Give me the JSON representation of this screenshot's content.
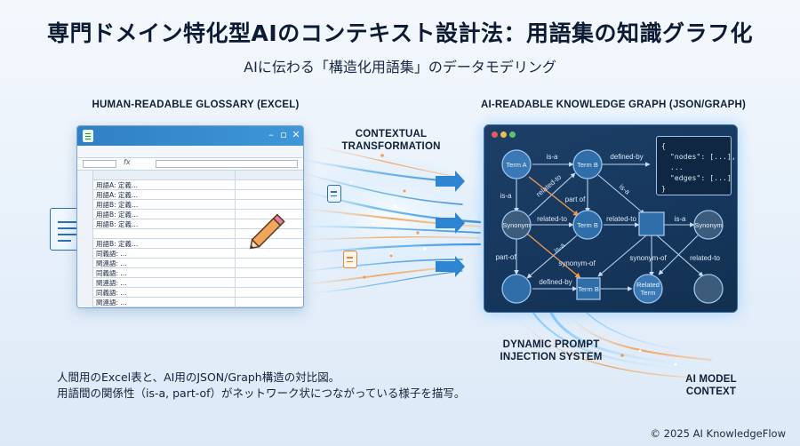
{
  "header": {
    "title": "専門ドメイン特化型AIのコンテキスト設計法：用語集の知識グラフ化",
    "subtitle": "AIに伝わる「構造化用語集」のデータモデリング"
  },
  "left_section": {
    "label": "HUMAN-READABLE GLOSSARY (EXCEL)",
    "rows": [
      "用語A: 定義...",
      "用語A: 定義...",
      "用語B: 定義...",
      "用語B: 定義...",
      "用語B: 定義...",
      "",
      "用語B: 定義...",
      "同義語: ...",
      "関連語: ...",
      "同義語: ...",
      "関連語: ...",
      "同義語: ...",
      "関連語: ..."
    ]
  },
  "middle": {
    "transform_label_1": "CONTEXTUAL",
    "transform_label_2": "TRANSFORMATION",
    "injection_label_1": "DYNAMIC PROMPT",
    "injection_label_2": "INJECTION SYSTEM"
  },
  "right_section": {
    "label": "AI-READABLE KNOWLEDGE GRAPH (JSON/GRAPH)",
    "json_preview": "{\n  \"nodes\": [...],\n  ...\n  \"edges\": [...]\n}",
    "nodes": [
      "Term A",
      "Term B",
      "Synonym",
      "Term B",
      "Synonym",
      "Term B",
      "Related Term"
    ],
    "edge_labels": [
      "is-a",
      "defined-by",
      "is-a",
      "related-to",
      "part of",
      "is-a",
      "related-to",
      "related-to",
      "is-a",
      "is-a",
      "part-of",
      "synonym-of",
      "synonym-of",
      "related-to",
      "defined-by"
    ]
  },
  "output": {
    "label_1": "AI MODEL",
    "label_2": "CONTEXT"
  },
  "description": {
    "line1": "人間用のExcel表と、AI用のJSON/Graph構造の対比図。",
    "line2": "用語間の関係性（is-a, part-of）がネットワーク状につながっている様子を描写。"
  },
  "footer": {
    "copyright": "© 2025 AI KnowledgeFlow"
  },
  "colors": {
    "panel_bg": "#17385e",
    "node_fill": "#2f6ea8",
    "accent_blue": "#2f7fc4",
    "flow_orange": "#f29b4b"
  }
}
